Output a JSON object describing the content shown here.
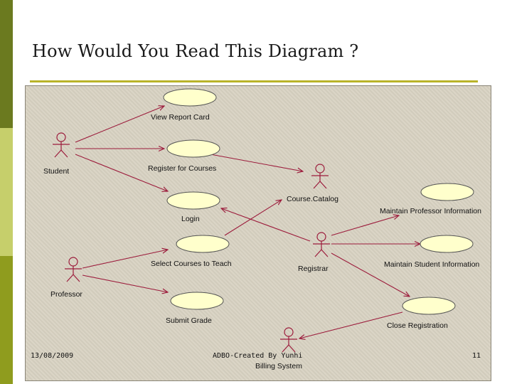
{
  "slide": {
    "title": "How Would You Read This Diagram ?"
  },
  "diagram": {
    "actors": {
      "student": "Student",
      "professor": "Professor",
      "registrar": "Registrar",
      "course_catalog": "Course.Catalog",
      "billing_system": "Billing System"
    },
    "use_cases": {
      "view_report_card": "View Report Card",
      "register_for_courses": "Register for Courses",
      "login": "Login",
      "select_courses_to_teach": "Select Courses to Teach",
      "submit_grade": "Submit Grade",
      "maintain_professor_information": "Maintain Professor Information",
      "maintain_student_information": "Maintain Student Information",
      "close_registration": "Close Registration"
    },
    "colors": {
      "background": "#d8d2c2",
      "use_case_fill": "#ffffcc",
      "line": "#9c1c3c"
    }
  },
  "footer": {
    "date": "13/08/2009",
    "credit": "ADBO-Created By Yunhi",
    "page_number": "11"
  }
}
